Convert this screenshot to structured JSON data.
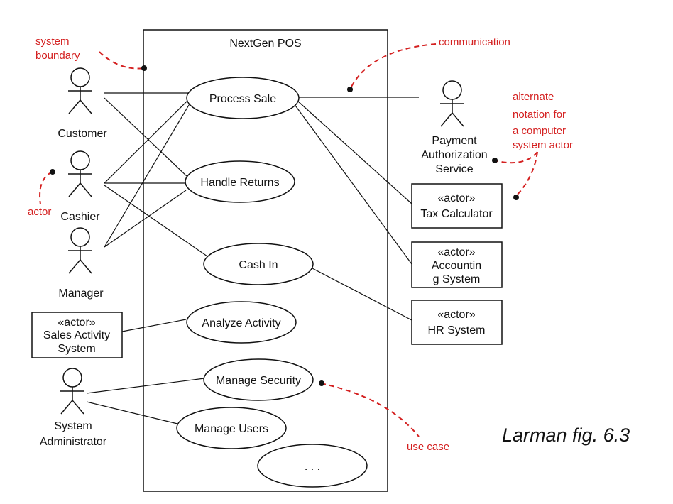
{
  "colors": {
    "ink": "#111111",
    "annotation": "#d42020",
    "background": "#ffffff"
  },
  "system": {
    "title": "NextGen POS"
  },
  "use_cases": [
    {
      "id": "process-sale",
      "label": "Process Sale"
    },
    {
      "id": "handle-returns",
      "label": "Handle Returns"
    },
    {
      "id": "cash-in",
      "label": "Cash In"
    },
    {
      "id": "analyze-activity",
      "label": "Analyze Activity"
    },
    {
      "id": "manage-security",
      "label": "Manage Security"
    },
    {
      "id": "manage-users",
      "label": "Manage Users"
    },
    {
      "id": "more",
      "label": ". . ."
    }
  ],
  "actors": {
    "stick": [
      {
        "id": "customer",
        "lines": [
          "Customer"
        ]
      },
      {
        "id": "cashier",
        "lines": [
          "Cashier"
        ]
      },
      {
        "id": "manager",
        "lines": [
          "Manager"
        ]
      },
      {
        "id": "system-administrator",
        "lines": [
          "System",
          "Administrator"
        ]
      },
      {
        "id": "payment-authorization-service",
        "lines": [
          "Payment",
          "Authorization",
          "Service"
        ]
      }
    ],
    "boxes": [
      {
        "id": "sales-activity-system",
        "stereotype": "«actor»",
        "lines": [
          "Sales Activity",
          "System"
        ]
      },
      {
        "id": "tax-calculator",
        "stereotype": "«actor»",
        "lines": [
          "Tax Calculator"
        ]
      },
      {
        "id": "accounting-system",
        "stereotype": "«actor»",
        "lines": [
          "Accountin",
          "g System"
        ]
      },
      {
        "id": "hr-system",
        "stereotype": "«actor»",
        "lines": [
          "HR System"
        ]
      }
    ]
  },
  "annotations": {
    "system_boundary": [
      "system",
      "boundary"
    ],
    "communication": "communication",
    "alternate_notation": [
      "alternate",
      "notation for",
      "a computer",
      "system actor"
    ],
    "actor": "actor",
    "use_case": "use case"
  },
  "caption": "Larman fig. 6.3"
}
